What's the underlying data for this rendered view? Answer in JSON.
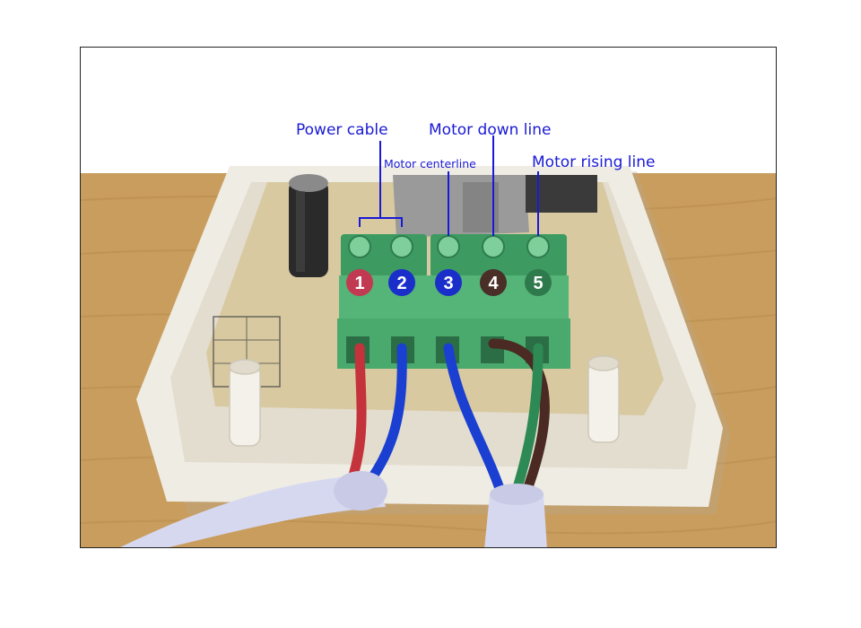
{
  "labels": {
    "power_cable": "Power cable",
    "motor_centerline": "Motor centerline",
    "motor_down_line": "Motor down line",
    "motor_rising_line": "Motor rising line"
  },
  "terminals": [
    {
      "number": "1",
      "color": "#c23a52"
    },
    {
      "number": "2",
      "color": "#1a2fc9"
    },
    {
      "number": "3",
      "color": "#1a2fc9"
    },
    {
      "number": "4",
      "color": "#4a2e28"
    },
    {
      "number": "5",
      "color": "#2f7a4c"
    }
  ],
  "colors": {
    "label_text": "#1a1ad6",
    "terminal_block": "#55b477",
    "wood": "#c99d5e",
    "enclosure": "#efece4"
  }
}
